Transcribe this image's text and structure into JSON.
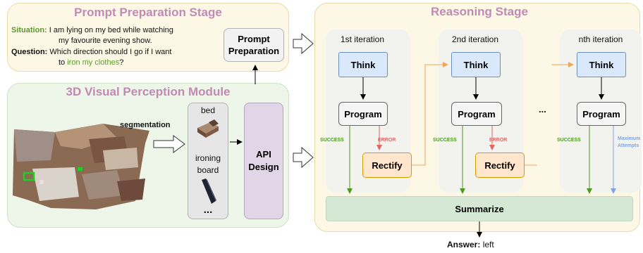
{
  "prompt_stage": {
    "title": "Prompt Preparation Stage",
    "situation_label": "Situation:",
    "situation_text_1": "I am lying on my bed while watching",
    "situation_text_2": "my favourite evening show.",
    "question_label": "Question:",
    "question_text_1": "Which direction should I go if I want",
    "question_text_2_a": "to ",
    "question_text_2_b": "iron my clothes",
    "question_text_2_c": "?",
    "prompt_box_line1": "Prompt",
    "prompt_box_line2": "Preparation"
  },
  "perception": {
    "title": "3D Visual Perception Module",
    "segmentation_label": "segmentation",
    "obj_bed": "bed",
    "obj_ironing_1": "ironing",
    "obj_ironing_2": "board",
    "ellipsis": "...",
    "api_line1": "API",
    "api_line2": "Design"
  },
  "reasoning": {
    "title": "Reasoning Stage",
    "iter1": "1st iteration",
    "iter2": "2nd iteration",
    "itern": "nth iteration",
    "think": "Think",
    "program": "Program",
    "rectify": "Rectify",
    "success": "SUCCESS",
    "error": "ERROR",
    "max_attempts_1": "Maximum",
    "max_attempts_2": "Attempts",
    "dots": "...",
    "summarize": "Summarize"
  },
  "answer": {
    "label": "Answer:",
    "value": "left"
  },
  "colors": {
    "prompt_bg": "#fdf8e6",
    "perception_bg": "#eef5e9",
    "reasoning_bg": "#fdf8e6",
    "think_fill": "#dae8fc",
    "think_stroke": "#6c8ebf",
    "rectify_fill": "#ffe6cc",
    "rectify_stroke": "#d79b00",
    "summarize_fill": "#d5e8d4",
    "success": "#4d9a1f",
    "error": "#e06666",
    "max_attempts": "#7ea6e0",
    "title_pink": "#c08bb3"
  }
}
